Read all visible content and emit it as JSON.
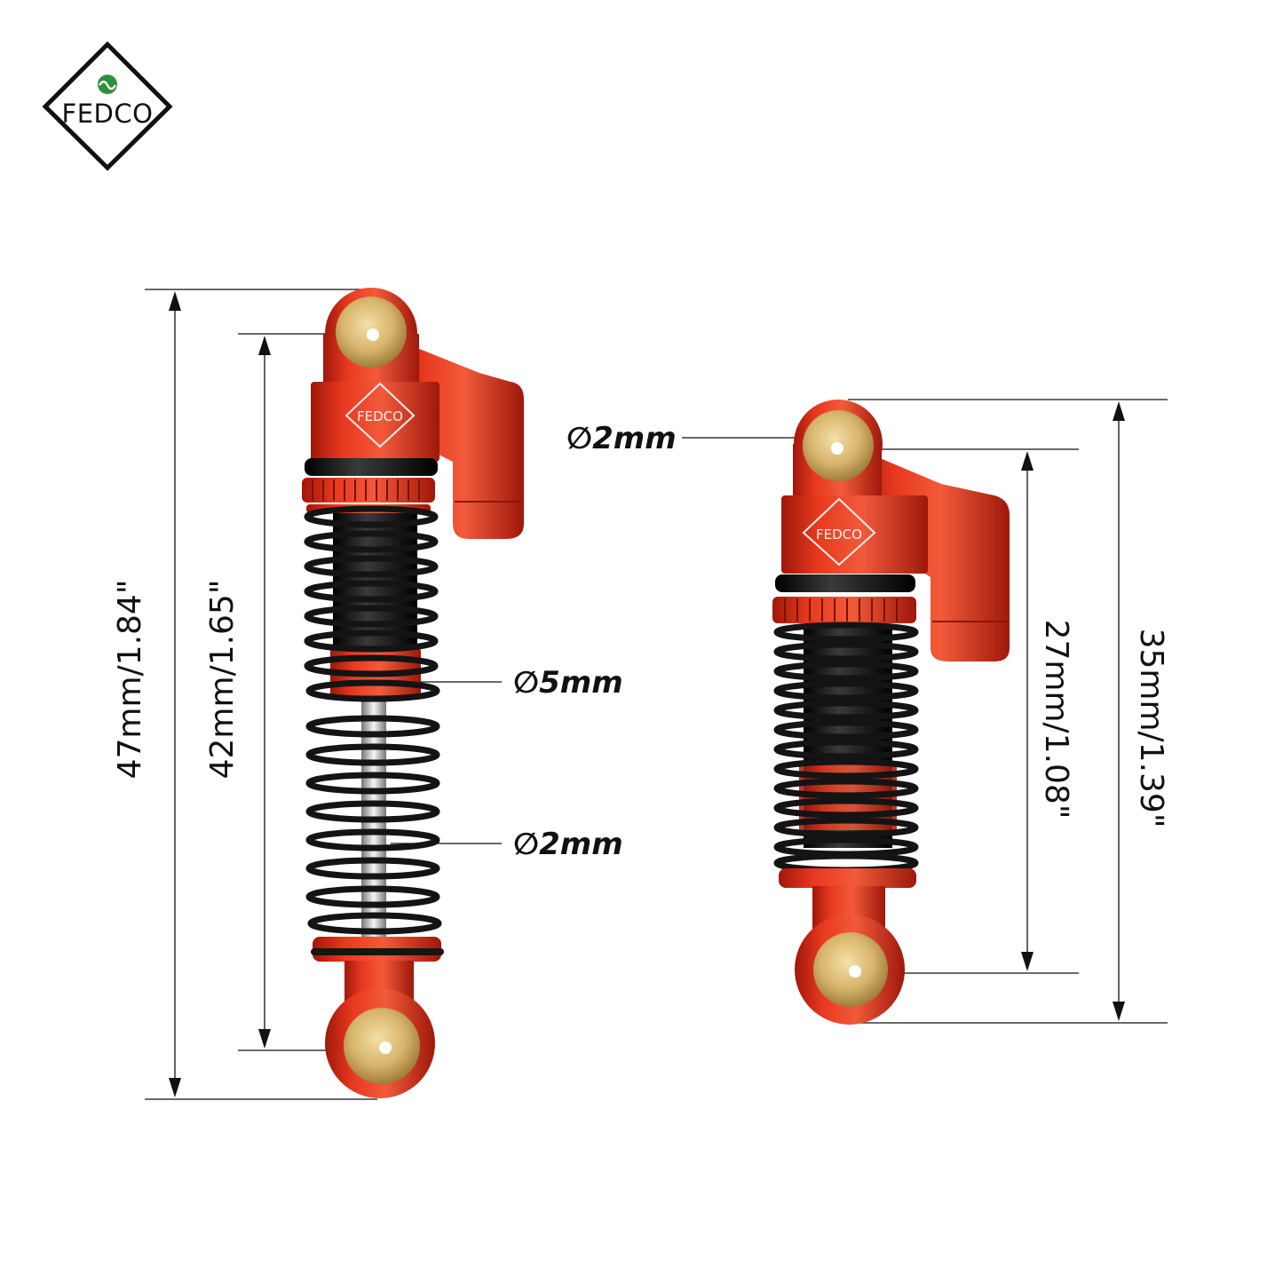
{
  "brand": {
    "name": "FEDCO",
    "colors": {
      "red": "#e0331c",
      "dark_red": "#b01e0c",
      "brass": "#d8b46a",
      "black": "#151515",
      "ink": "#111111"
    }
  },
  "shock_long": {
    "overall_length": "47mm/1.84\"",
    "eye_to_eye": "42mm/1.65\"",
    "body_diameter": "∅5mm",
    "shaft_diameter": "∅2mm",
    "badge": "FEDCO"
  },
  "shock_short": {
    "overall_length": "35mm/1.39\"",
    "eye_to_eye": "27mm/1.08\"",
    "mount_hole": "∅2mm",
    "badge": "FEDCO"
  }
}
